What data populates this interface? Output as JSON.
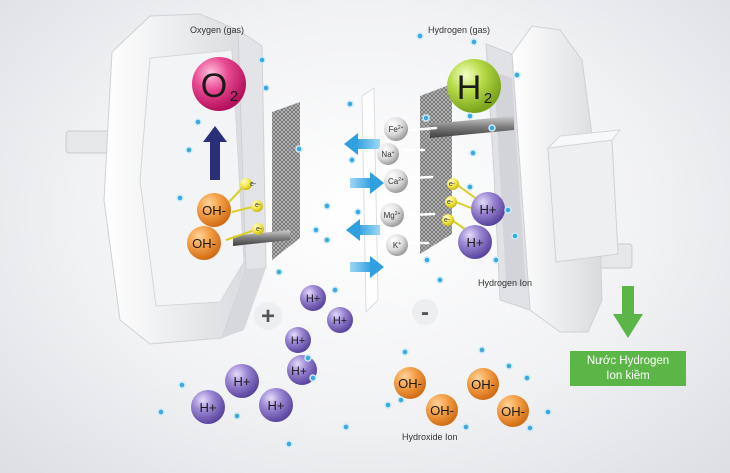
{
  "labels": {
    "oxygen_gas": "Oxygen (gas)",
    "hydrogen_gas": "Hydrogen (gas)",
    "hydrogen_ion": "Hydrogen Ion",
    "hydroxide_ion": "Hydroxide Ion",
    "result_line1": "Nước Hydrogen",
    "result_line2": "Ion kiềm"
  },
  "molecules": {
    "o2": "O",
    "o2_sub": "2",
    "h2": "H",
    "h2_sub": "2"
  },
  "electrodes": {
    "positive": "+",
    "negative": "-"
  },
  "ions": {
    "oh": "OH-",
    "h_plus": "H+",
    "electron": "e-"
  },
  "minerals": [
    {
      "symbol": "Fe",
      "charge": "2+"
    },
    {
      "symbol": "Na",
      "charge": "+"
    },
    {
      "symbol": "Ca",
      "charge": "2+"
    },
    {
      "symbol": "Mg",
      "charge": "2+"
    },
    {
      "symbol": "K",
      "charge": "+"
    }
  ],
  "colors": {
    "oh_ion": "#f39436",
    "h_ion": "#8a76c4",
    "o2_molecule": "#e4317f",
    "h2_molecule": "#a9cf3a",
    "electron": "#f0e64a",
    "water_dot": "#36a9dd",
    "flow_arrow": "#4fb3e8",
    "oxygen_arrow": "#2a2f7a",
    "output_arrow": "#5cb547"
  }
}
